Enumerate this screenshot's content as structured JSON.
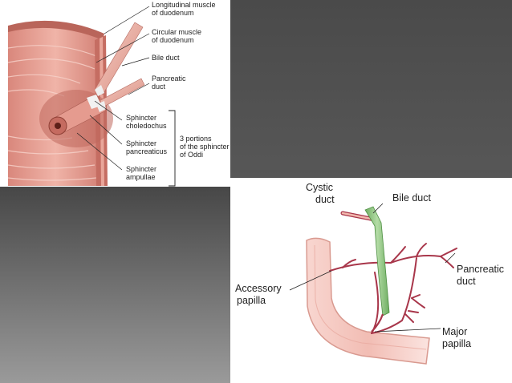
{
  "sphincter": {
    "labels": {
      "longitudinal": [
        "Longitudinal muscle",
        "of duodenum"
      ],
      "circular": [
        "Circular muscle",
        "of duodenum"
      ],
      "bile_duct": [
        "Bile duct"
      ],
      "pancreatic_duct": [
        "Pancreatic",
        "duct"
      ],
      "choledochus": [
        "Sphincter",
        "choledochus"
      ],
      "pancreaticus": [
        "Sphincter",
        "pancreaticus"
      ],
      "ampullae": [
        "Sphincter",
        "ampullae"
      ],
      "portions": [
        "3 portions",
        "of the sphincter",
        "of Oddi"
      ]
    }
  },
  "papilla": {
    "labels": {
      "cystic_duct": [
        "Cystic",
        "duct"
      ],
      "bile_duct": [
        "Bile duct"
      ],
      "pancreatic_duct": [
        "Pancreatic",
        "duct"
      ],
      "accessory_papilla": [
        "Accessory",
        "papilla"
      ],
      "major_papilla": [
        "Major",
        "papilla"
      ]
    }
  },
  "colors": {
    "muscle": "#e8a59a",
    "duct_pink": "#f0b9b0",
    "bile_green": "#8cc47c",
    "pancreatic_red": "#a8364a",
    "slide_gray": "#4f4f4f"
  }
}
